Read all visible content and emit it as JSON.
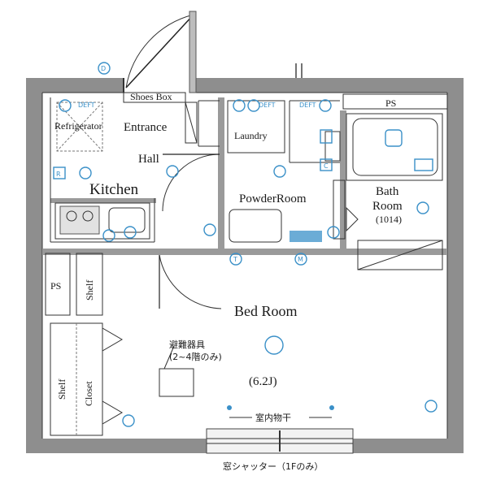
{
  "rooms": {
    "ps_top": "PS",
    "shoes_box": "Shoes Box",
    "refrigerator": "Refrigerator",
    "entrance": "Entrance",
    "hall": "Hall",
    "kitchen": "Kitchen",
    "laundry": "Laundry",
    "powder_room": "PowderRoom",
    "bath": "Bath",
    "bath_room": "Room",
    "bath_size": "(1014)",
    "ps_left": "PS",
    "shelf_upper": "Shelf",
    "bed_room": "Bed Room",
    "bed_size": "(6.2J)",
    "shelf_lower": "Shelf",
    "closet": "Closet"
  },
  "notes": {
    "evacuation_title": "避難器具",
    "evacuation_floors": "(2~4階のみ)",
    "indoor_drying": "室内物干",
    "shutter": "窓シャッター（1Fのみ）"
  },
  "symbols": {
    "r": "R",
    "c": "C",
    "t": "T",
    "m": "M",
    "d": "D",
    "deft": "DEFT"
  }
}
